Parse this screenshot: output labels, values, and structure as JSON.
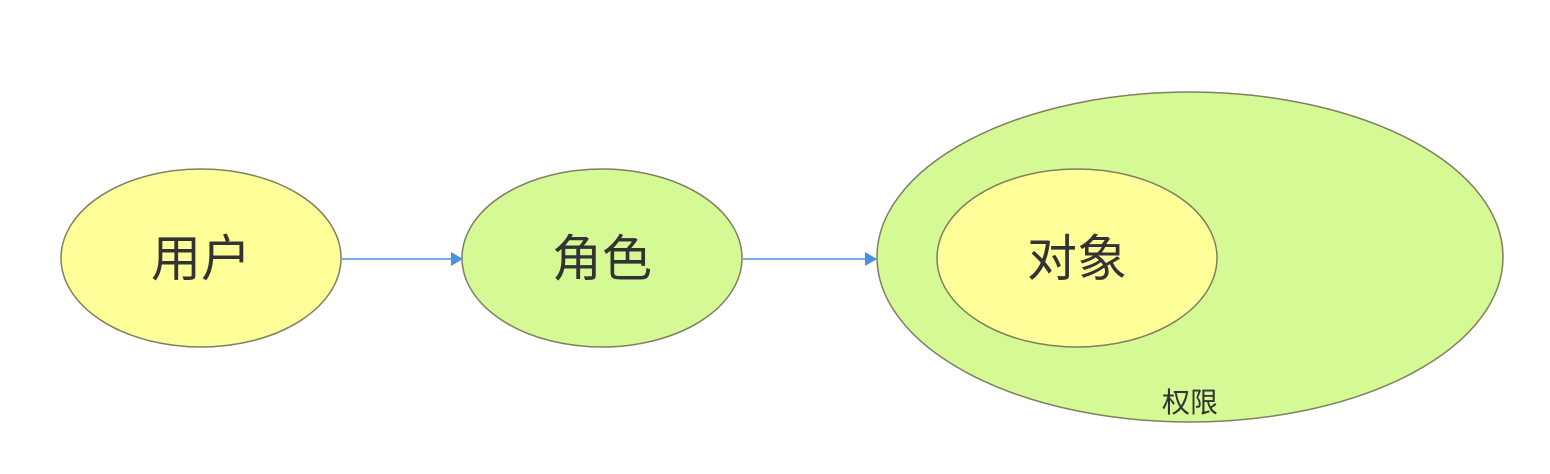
{
  "colors": {
    "yellow_fill": "#ffff99",
    "green_fill": "#d5f995",
    "node_stroke": "#7f7f62",
    "arrow": "#4a90e2",
    "text": "#333333",
    "background": "#ffffff"
  },
  "nodes": {
    "user": {
      "label": "用户"
    },
    "role": {
      "label": "角色"
    },
    "permission": {
      "label": "权限"
    },
    "object": {
      "label": "对象"
    }
  },
  "edges": [
    {
      "from": "user",
      "to": "role"
    },
    {
      "from": "role",
      "to": "permission"
    }
  ]
}
